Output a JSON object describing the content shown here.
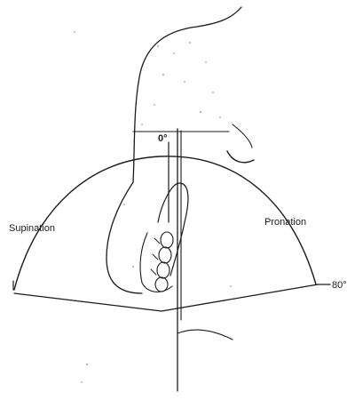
{
  "labels": {
    "zero": "0°",
    "supination": "Supination",
    "pronation": "Pronation",
    "right_angle": "80°"
  },
  "colors": {
    "ink": "#1a1a1a",
    "background": "#ffffff"
  }
}
